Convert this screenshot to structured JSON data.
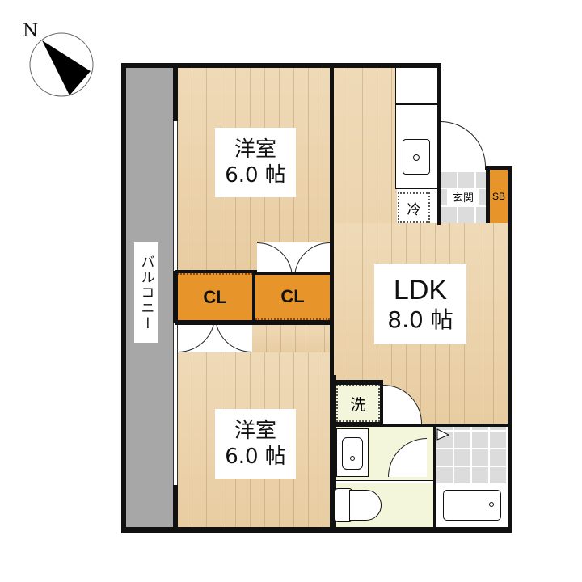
{
  "compass": {
    "label": "N",
    "icon": "north-arrow-icon"
  },
  "rooms": {
    "western_room_top": {
      "name": "洋室",
      "size": "6.0 帖"
    },
    "western_room_bottom": {
      "name": "洋室",
      "size": "6.0 帖"
    },
    "ldk": {
      "name": "LDK",
      "size": "8.0 帖"
    },
    "balcony": {
      "name": "バルコニー"
    },
    "closet_left": {
      "name": "CL"
    },
    "closet_right": {
      "name": "CL"
    },
    "entrance": {
      "name": "玄関"
    },
    "shoe_box": {
      "name": "SB"
    },
    "refrigerator": {
      "name": "冷"
    },
    "washer": {
      "name": "洗"
    }
  },
  "colors": {
    "floor_wood": "#ecd3ab",
    "balcony": "#a8a7a8",
    "closet": "#e7952a",
    "wet_area": "#f4f6dc",
    "tile": "#dcdcdc",
    "wall": "#111111"
  }
}
